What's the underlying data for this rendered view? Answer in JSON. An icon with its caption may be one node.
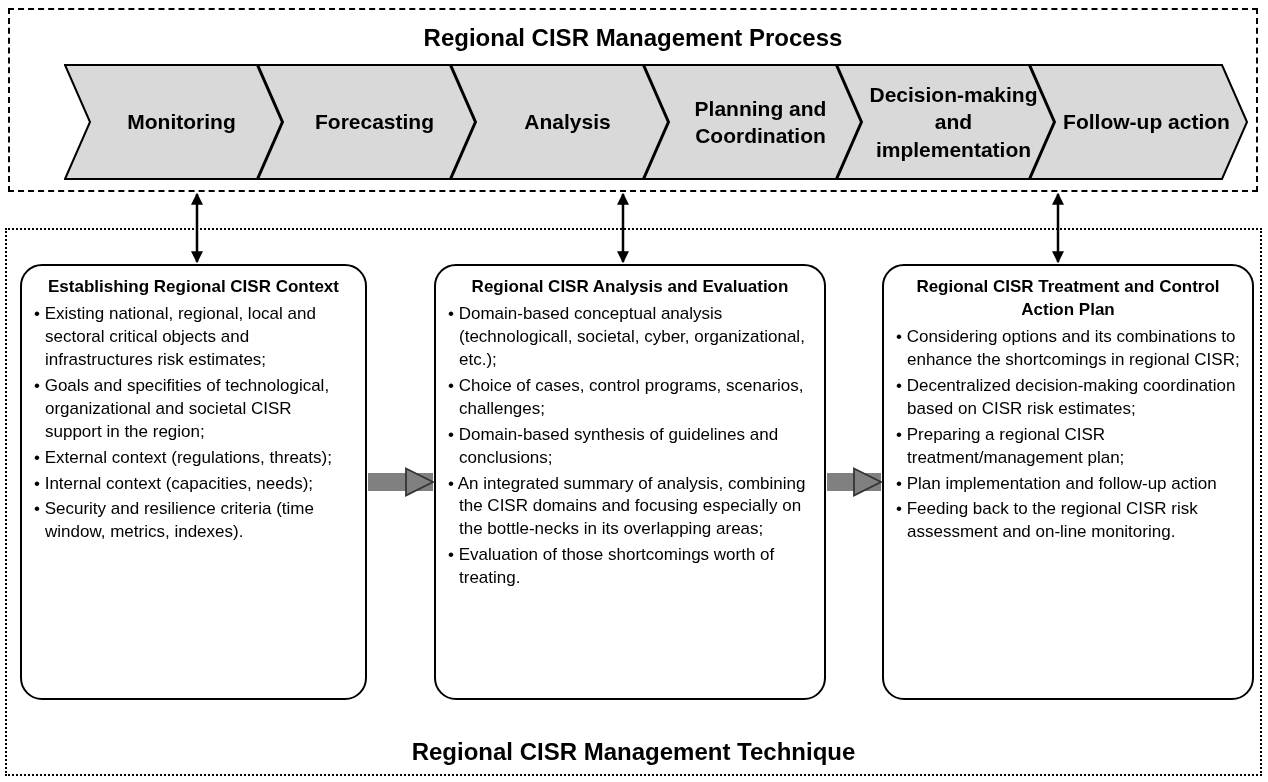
{
  "diagram": {
    "nodes": [
      {
        "text": [
          "Regional CISR Management Process"
        ]
      },
      {
        "text": [
          "Monitoring"
        ],
        "in": 0
      },
      {
        "text": [
          "Forecasting"
        ],
        "in": 0
      },
      {
        "text": [
          "Analysis"
        ],
        "in": 0
      },
      {
        "text": [
          "Planning and Coordination"
        ],
        "in": 0
      },
      {
        "text": [
          "Decision-making and implementation"
        ],
        "in": 0
      },
      {
        "text": [
          "Follow-up action"
        ],
        "in": 0
      },
      {
        "text": [
          "Regional CISR Management Technique"
        ]
      },
      {
        "text": [
          "Establishing Regional CISR Context",
          "• Existing national, regional, local and sectoral critical objects and infrastructures risk estimates;",
          "• Goals and specifities of technological, organizational and societal CISR support in the region;",
          "• External context (regulations, threats);",
          "• Internal context (capacities, needs);",
          "• Security and resilience criteria (time window, metrics, indexes)."
        ],
        "in": 7
      },
      {
        "text": [
          "Regional CISR Analysis and Evaluation",
          "• Domain-based conceptual analysis (technologicall, societal, cyber, organizational, etc.);",
          "• Choice of cases, control programs, scenarios, challenges;",
          "• Domain-based synthesis of guidelines and conclusions;",
          "• An integrated summary of analysis, combining the CISR domains and focusing especially on the bottle-necks in its overlapping areas;",
          "• Evaluation of those shortcomings worth of treating."
        ],
        "in": 7
      },
      {
        "text": [
          "Regional CISR Treatment and Control Action Plan",
          "• Considering options and its combinations to enhance the shortcomings in regional CISR;",
          "• Decentralized decision-making coordination based on CISR risk estimates;",
          "• Preparing a regional CISR treatment/management plan;",
          "• Plan implementation and follow-up action",
          "• Feeding back to the regional CISR risk assessment and on-line monitoring."
        ],
        "in": 7
      }
    ],
    "edges": [
      {
        "from": 0,
        "to": 8,
        "arrow": "both"
      },
      {
        "from": 0,
        "to": 9,
        "arrow": "both"
      },
      {
        "from": 0,
        "to": 10,
        "arrow": "both"
      },
      {
        "from": 8,
        "to": 9,
        "arrow": "to",
        "style": "thick",
        "color": "#808080"
      },
      {
        "from": 9,
        "to": 10,
        "arrow": "to",
        "style": "thick",
        "color": "#808080"
      }
    ]
  }
}
